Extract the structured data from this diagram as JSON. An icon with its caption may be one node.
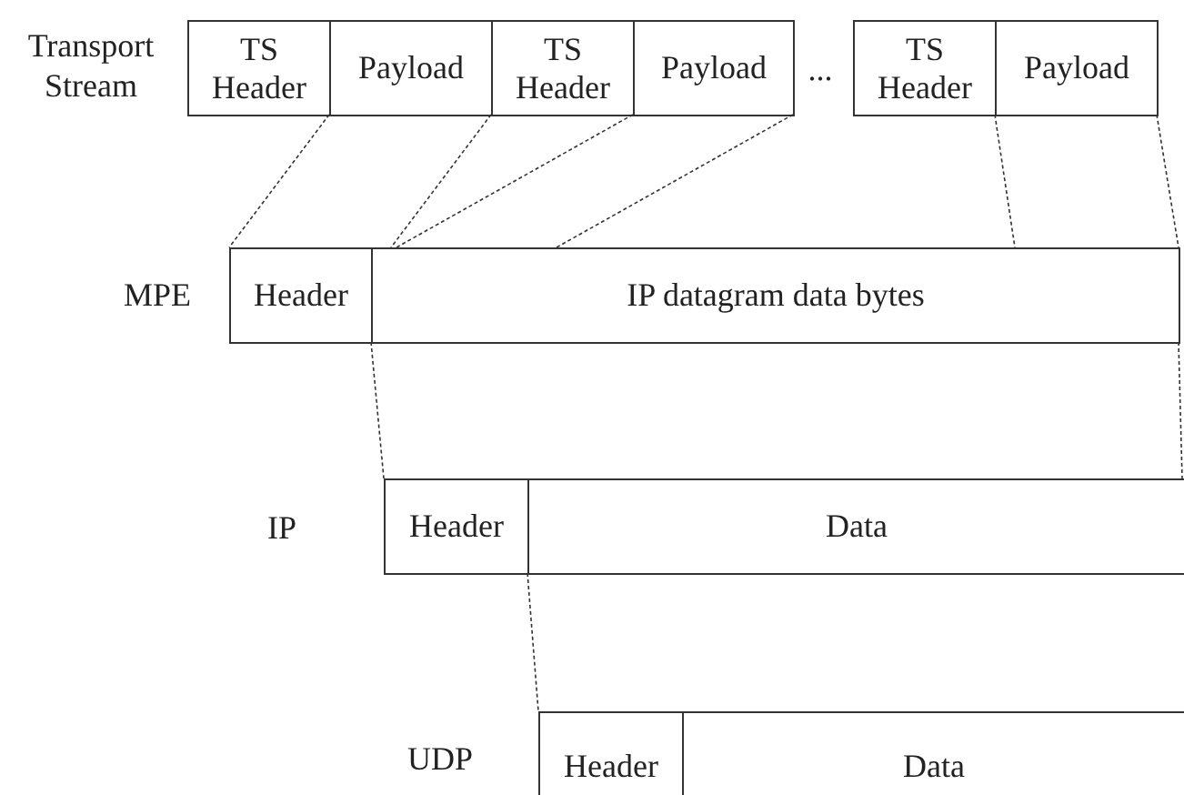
{
  "diagram": {
    "nodes": [
      {
        "text": [
          "TS Header"
        ]
      },
      {
        "text": [
          "Payload"
        ]
      },
      {
        "text": [
          "TS Header"
        ]
      },
      {
        "text": [
          "Payload"
        ]
      },
      {
        "text": [
          "TS Header"
        ]
      },
      {
        "text": [
          "Payload"
        ]
      },
      {
        "text": [
          "Header"
        ]
      },
      {
        "text": [
          "IP datagram data bytes"
        ]
      },
      {
        "text": [
          "Header"
        ]
      },
      {
        "text": [
          "Data"
        ]
      },
      {
        "text": [
          "Header"
        ]
      },
      {
        "text": [
          "Data"
        ]
      }
    ],
    "edges": [
      {
        "from": 1,
        "to": 6,
        "arrow": "none",
        "style": "dashed"
      },
      {
        "from": 1,
        "to": 7,
        "arrow": "none",
        "style": "dashed"
      },
      {
        "from": 3,
        "to": 7,
        "arrow": "none",
        "style": "dashed"
      },
      {
        "from": 3,
        "to": 7,
        "arrow": "none",
        "style": "dashed"
      },
      {
        "from": 5,
        "to": 7,
        "arrow": "none",
        "style": "dashed"
      },
      {
        "from": 5,
        "to": 7,
        "arrow": "none",
        "style": "dashed"
      },
      {
        "from": 7,
        "to": 8,
        "arrow": "none",
        "style": "dashed"
      },
      {
        "from": 7,
        "to": 9,
        "arrow": "none",
        "style": "dashed"
      },
      {
        "from": 9,
        "to": 10,
        "arrow": "none",
        "style": "dashed"
      }
    ],
    "labels": [
      "Transport Stream",
      "...",
      "MPE",
      "IP",
      "UDP"
    ]
  }
}
